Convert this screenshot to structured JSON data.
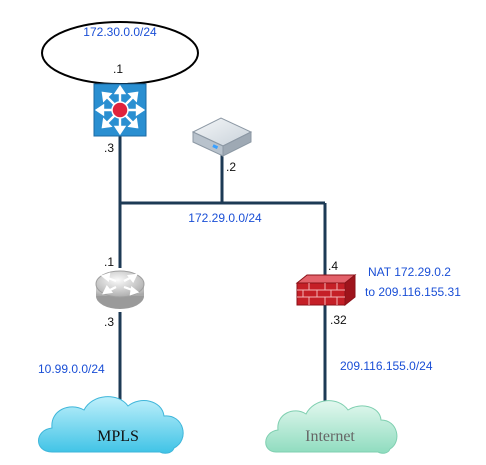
{
  "networks": {
    "top_oval": "172.30.0.0/24",
    "core": "172.29.0.0/24",
    "mpls_link": "10.99.0.0/24",
    "internet_link": "209.116.155.0/24"
  },
  "interfaces": {
    "switch_top": ".1",
    "switch_bottom": ".3",
    "appliance": ".2",
    "router_top": ".1",
    "router_bottom": ".3",
    "firewall_top": ".4",
    "firewall_bottom": ".32"
  },
  "nat": {
    "line1": "NAT  172.29.0.2",
    "line2": "to 209.116.155.31"
  },
  "clouds": {
    "mpls": "MPLS",
    "internet": "Internet"
  },
  "colors": {
    "wire": "#1d3a55",
    "label_blue": "#1a4fd6",
    "switch_blue": "#2a8fd1",
    "router_grey": "#c9c9c9",
    "firewall_red": "#c51f27",
    "cloud_cyan": "#5ed0ec",
    "cloud_green": "#9fe0c8"
  },
  "icons": {
    "switch": "layer3-switch-icon",
    "appliance": "server-appliance-icon",
    "router": "router-icon",
    "firewall": "firewall-icon"
  }
}
